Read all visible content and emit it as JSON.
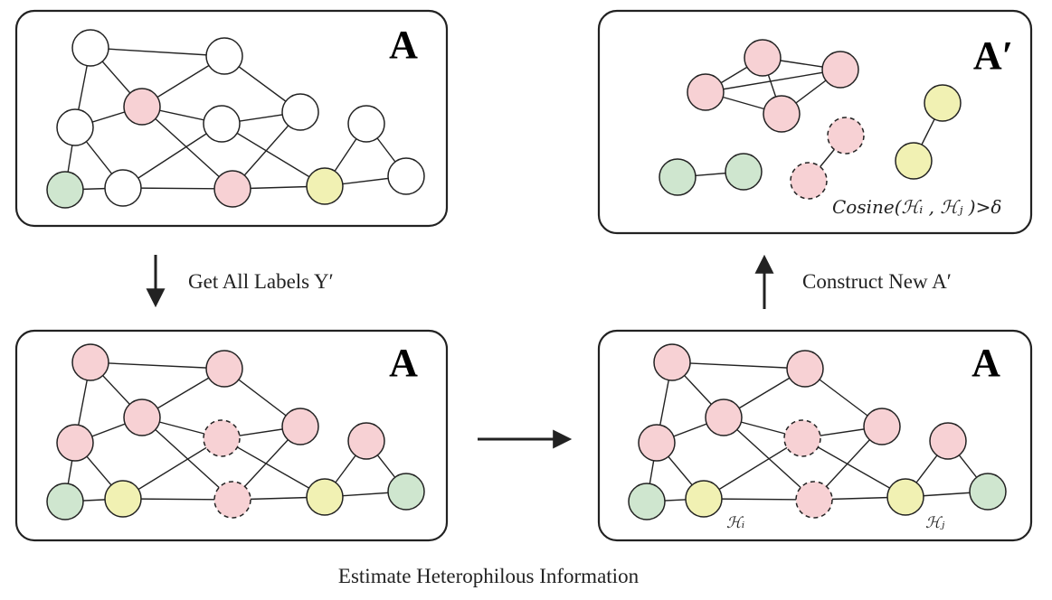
{
  "panels": {
    "top_left": {
      "label": "A"
    },
    "top_right": {
      "label": "A′"
    },
    "bottom_left": {
      "label": "A"
    },
    "bottom_right": {
      "label": "A"
    }
  },
  "arrows": {
    "down_label": "Get All Labels Y′",
    "up_label": "Construct New A′"
  },
  "captions": {
    "bottom": "Estimate Heterophilous Information",
    "cosine": "Cosine(ℋᵢ , ℋⱼ )>δ",
    "h_i": "ℋᵢ",
    "h_j": "ℋⱼ"
  },
  "colors": {
    "unlabeled": "#ffffff",
    "pink": "#f7d1d4",
    "green": "#cfe6cf",
    "yellow": "#f1f1b3",
    "stroke": "#222222"
  }
}
